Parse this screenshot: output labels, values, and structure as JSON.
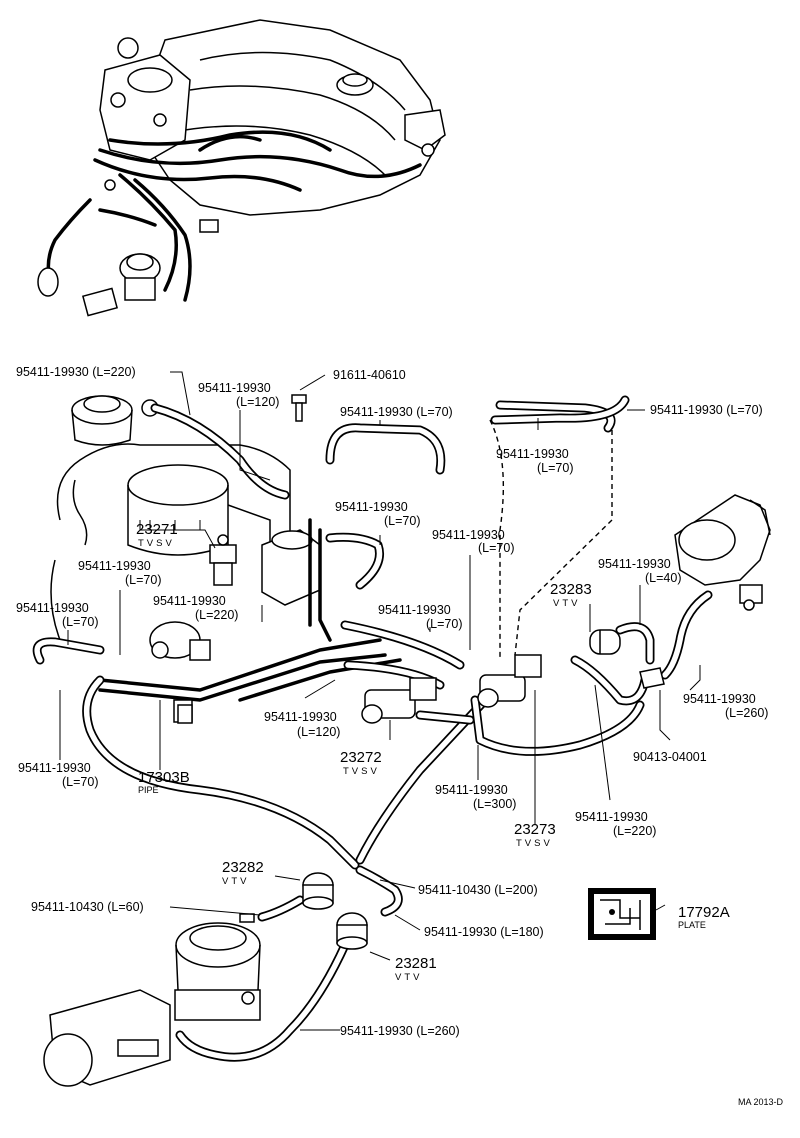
{
  "labels": {
    "hose_220_top": "95411-19930 (L=220)",
    "hose_120_top": "95411-19930",
    "hose_120_top_len": "(L=120)",
    "bolt": "91611-40610",
    "hose_70_mid": "95411-19930 (L=70)",
    "hose_70_right": "95411-19930 (L=70)",
    "hose_70_rightsub": "95411-19930",
    "hose_70_rightsub_len": "(L=70)",
    "hose_70_center": "95411-19930",
    "hose_70_center_len": "(L=70)",
    "hose_70_center2": "95411-19930",
    "hose_70_center2_len": "(L=70)",
    "part_23271": "23271",
    "part_23271_sub": "TVSV",
    "hose_70_left": "95411-19930",
    "hose_70_left_len": "(L=70)",
    "hose_70_farleft": "95411-19930",
    "hose_70_farleft_len": "(L=70)",
    "hose_220_left": "95411-19930",
    "hose_220_left_len": "(L=220)",
    "hose_40": "95411-19930",
    "hose_40_len": "(L=40)",
    "part_23283": "23283",
    "part_23283_sub": "VTV",
    "hose_70_lowmid": "95411-19930",
    "hose_70_lowmid_len": "(L=70)",
    "hose_260_right": "95411-19930",
    "hose_260_right_len": "(L=260)",
    "part_90413": "90413-04001",
    "hose_120_low": "95411-19930",
    "hose_120_low_len": "(L=120)",
    "part_23272": "23272",
    "part_23272_sub": "TVSV",
    "hose_70_bottomleft": "95411-19930",
    "hose_70_bottomleft_len": "(L=70)",
    "part_17303B": "17303B",
    "part_17303B_sub": "PIPE",
    "hose_300": "95411-19930",
    "hose_300_len": "(L=300)",
    "part_23273": "23273",
    "part_23273_sub": "TVSV",
    "hose_220_right": "95411-19930",
    "hose_220_right_len": "(L=220)",
    "part_23282": "23282",
    "part_23282_sub": "VTV",
    "hose_10430_200": "95411-10430  (L=200)",
    "hose_10430_60": "95411-10430 (L=60)",
    "hose_180": "95411-19930  (L=180)",
    "part_17792A": "17792A",
    "part_17792A_sub": "PLATE",
    "part_23281": "23281",
    "part_23281_sub": "VTV",
    "hose_260_bottom": "95411-19930 (L=260)",
    "figure_code": "MA  2013-D"
  }
}
